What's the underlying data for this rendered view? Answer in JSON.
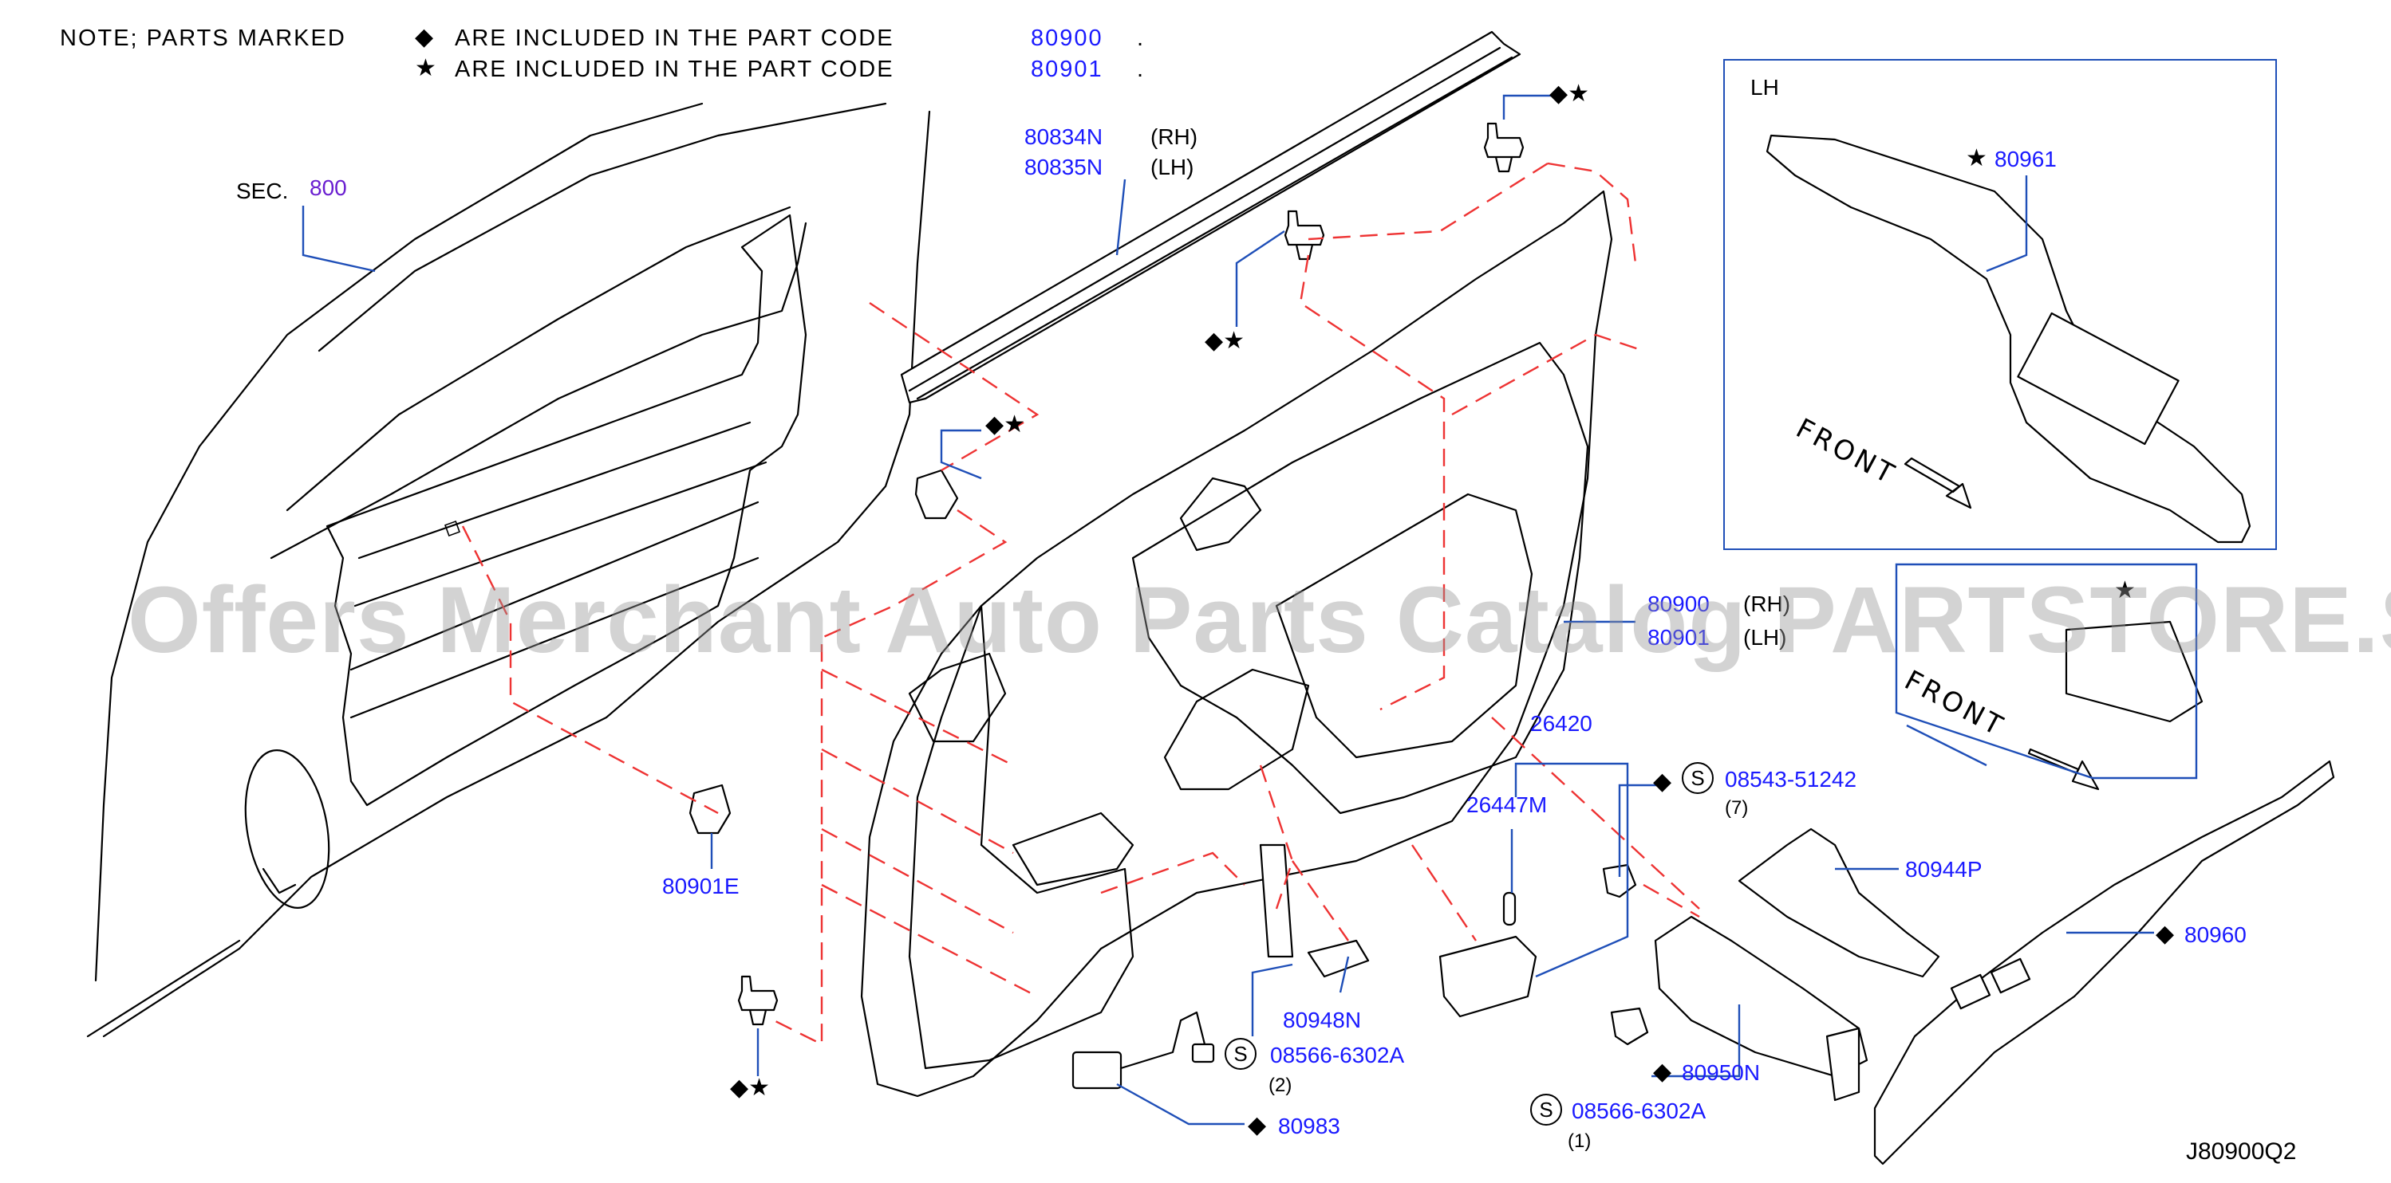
{
  "note": {
    "prefix": "NOTE;  PARTS  MARKED",
    "line1": {
      "symbol": "◆",
      "text": "ARE   INCLUDED   IN   THE   PART   CODE",
      "code": "80900",
      "end": "."
    },
    "line2": {
      "symbol": "★",
      "text": "ARE   INCLUDED   IN   THE   PART   CODE",
      "code": "80901",
      "end": "."
    }
  },
  "section_ref": {
    "label": "SEC.",
    "value": "800"
  },
  "labels": {
    "rh_weatherstrip": "80834N",
    "rh_tag": "(RH)",
    "lh_weatherstrip": "80835N",
    "lh_tag": "(LH)",
    "clip_lower": "80901E",
    "trim_rh": "80900",
    "trim_rh_tag": "(RH)",
    "trim_lh": "80901",
    "trim_lh_tag": "(LH)",
    "lamp": "26420",
    "bulb": "26447M",
    "screw_top": "08543-51242",
    "screw_top_qty": "(7)",
    "finisher": "80944P",
    "armrest_finisher": "80960",
    "pull_handle": "80950N",
    "screw_bottom": "08566-6302A",
    "screw_bottom_qty": "(1)",
    "bracket": "80948N",
    "screw_mid": "08566-6302A",
    "screw_mid_qty": "(2)",
    "harness": "80983",
    "inset_lh_part": "80961",
    "inset_lh_title": "LH",
    "front_text": "FRONT",
    "front_text_2": "FRONT",
    "diagram_code": "J80900Q2",
    "s_mark": "S"
  },
  "symbols": {
    "diamond": "◆",
    "star": "★",
    "diamond_star": "◆★"
  },
  "watermark": "Offers Merchant Auto Parts Catalog PARTSTORE.SA",
  "colors": {
    "part_number": "#1a1aff",
    "section": "#6a1fd0",
    "exploded_line": "#e33333",
    "leader": "#1f4fb8"
  }
}
